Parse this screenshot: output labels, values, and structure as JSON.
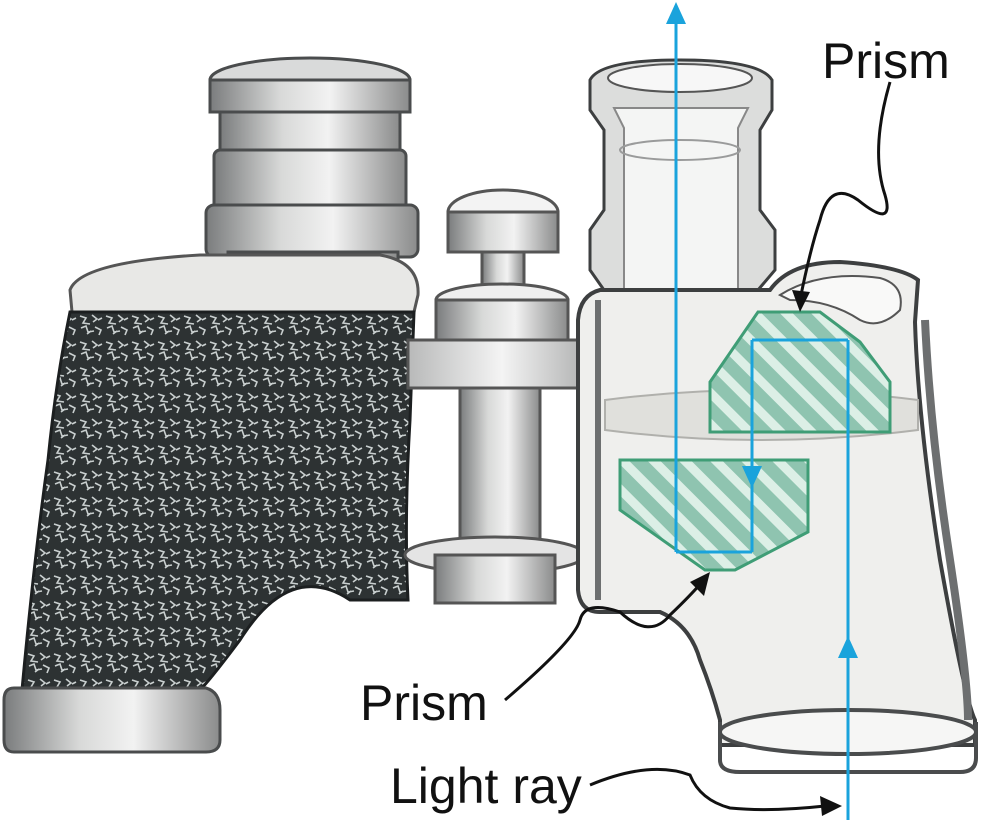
{
  "labels": {
    "prism_top": "Prism",
    "prism_bottom": "Prism",
    "light_ray": "Light ray"
  },
  "colors": {
    "light_ray": "#1aa3dc",
    "prism_fill": "#8fc4b0",
    "prism_outline": "#3f9d76",
    "body_dark": "#2b2f30",
    "body_light": "#c9c9c9",
    "glass": "#eef0ee"
  }
}
